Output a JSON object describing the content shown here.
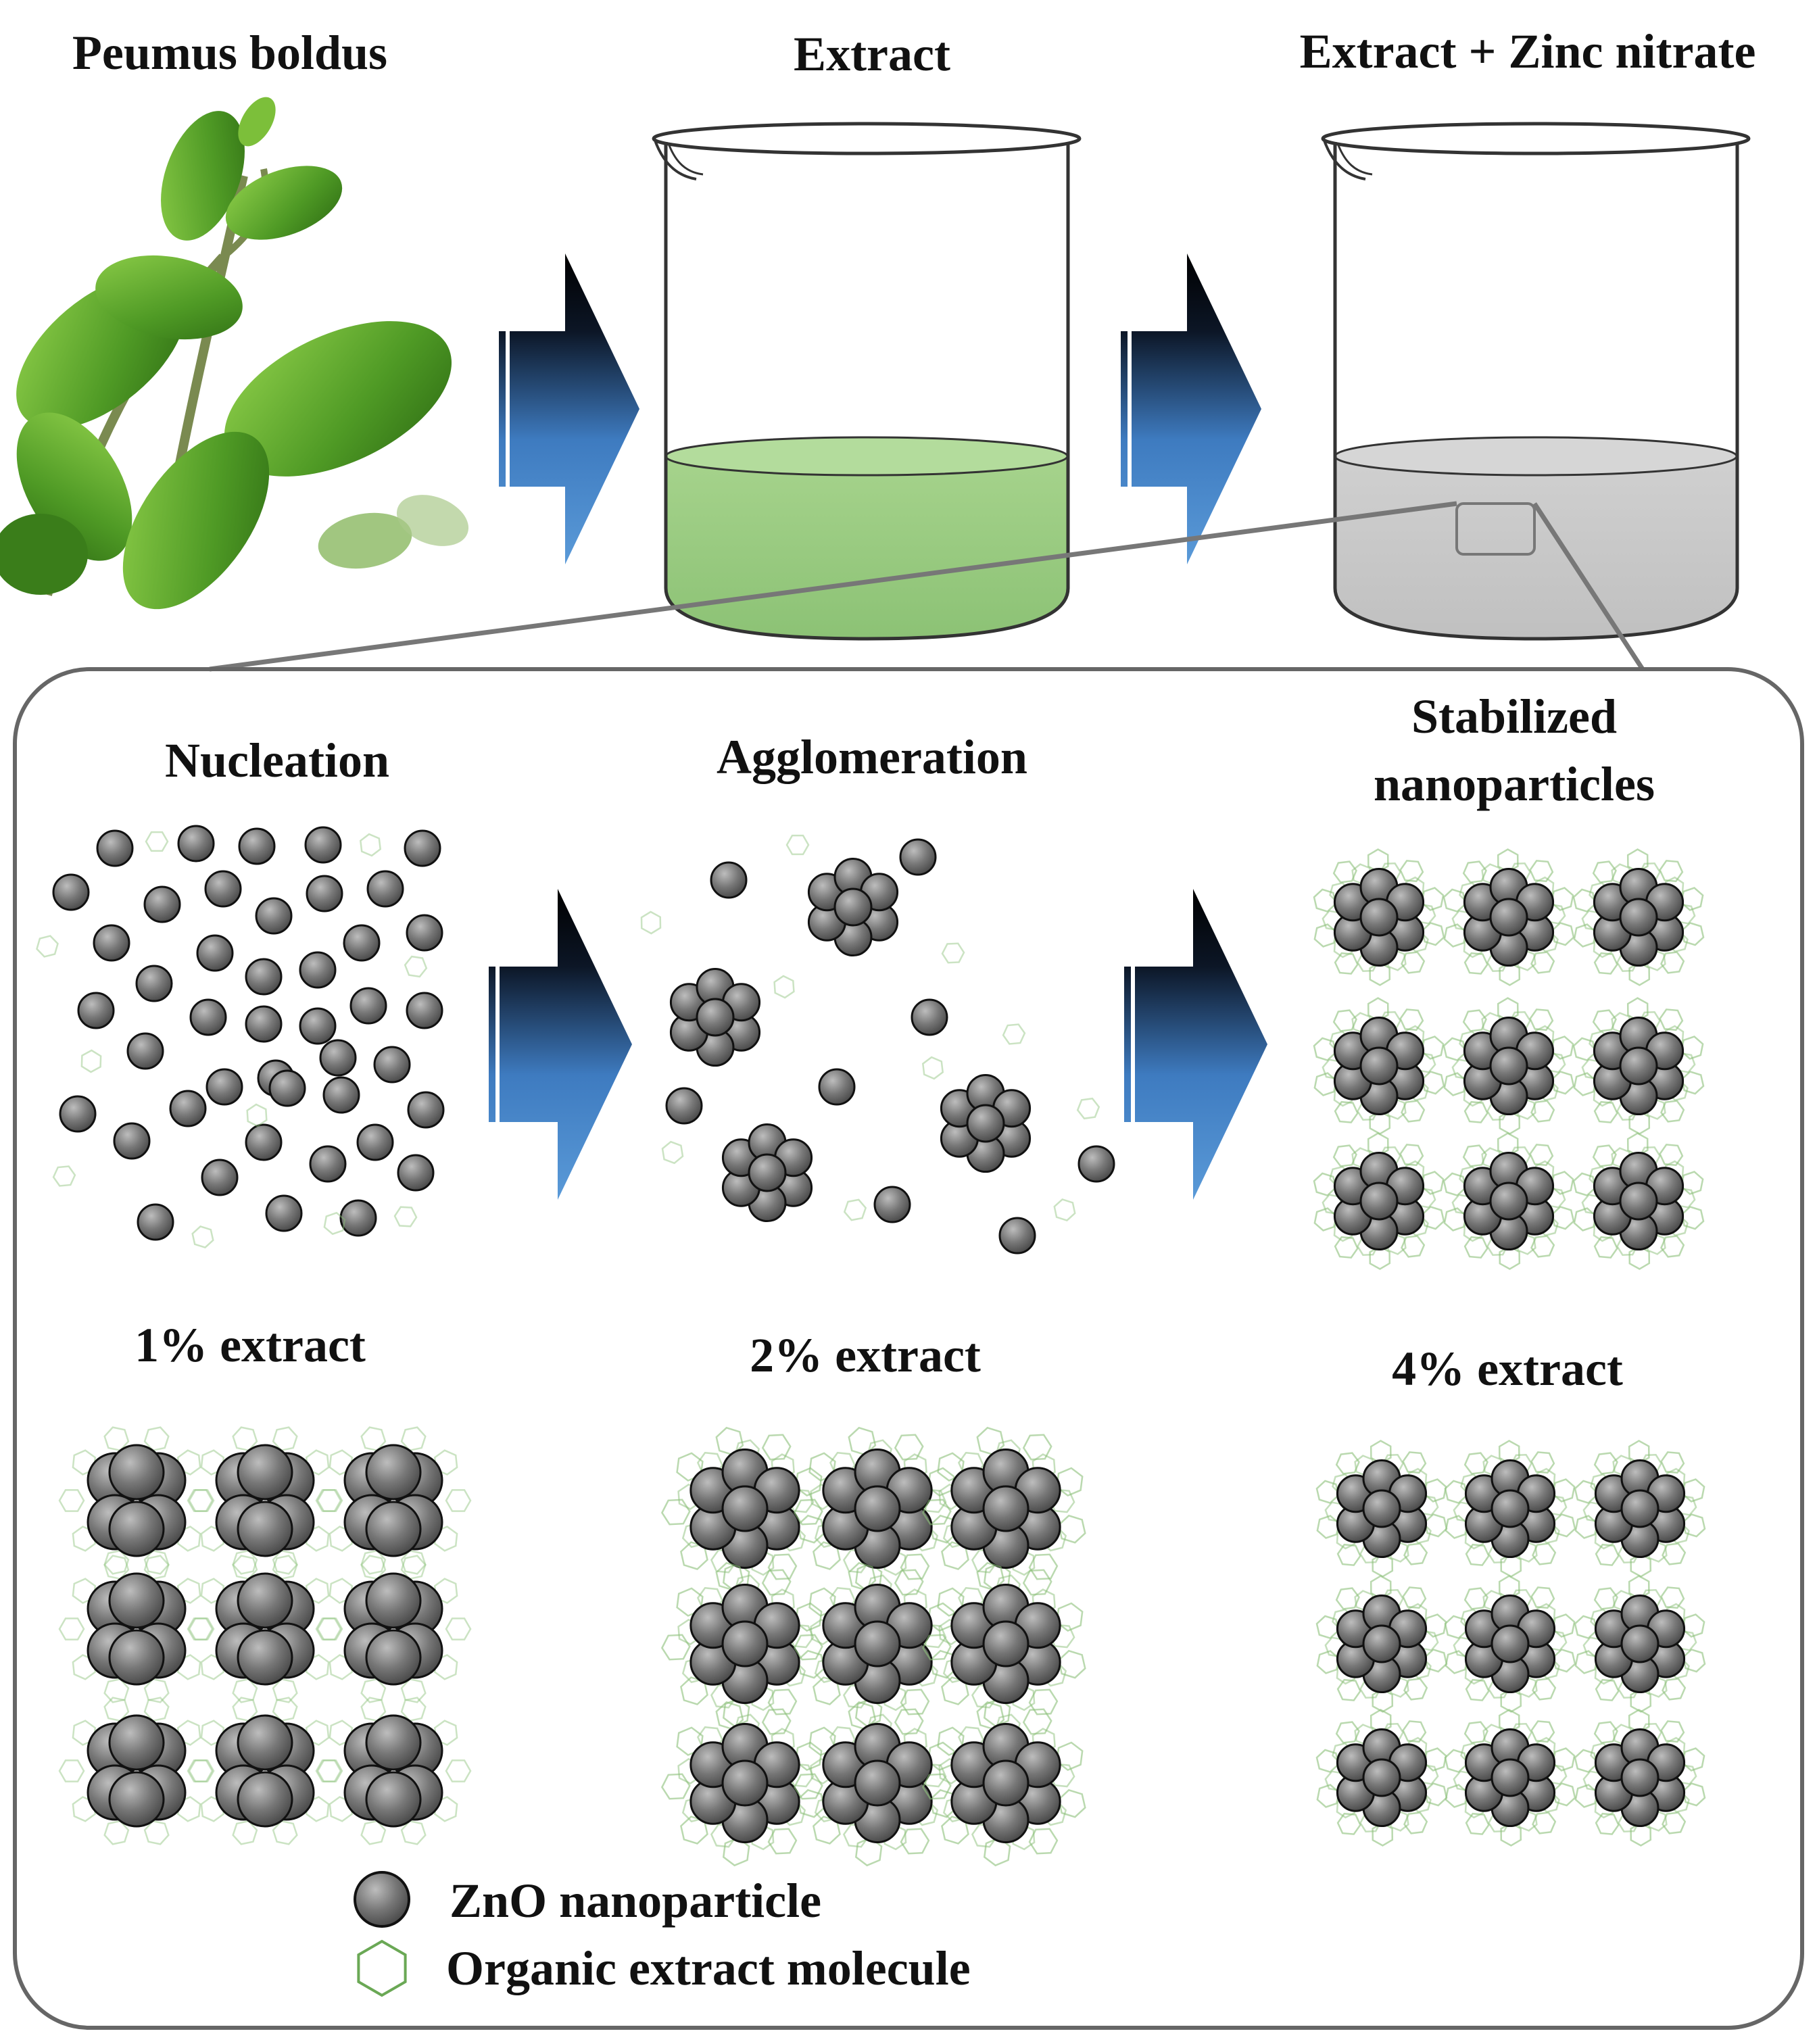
{
  "top": {
    "plant_label": "Peumus boldus",
    "beaker1_label": "Extract",
    "beaker2_label": "Extract + Zinc nitrate"
  },
  "stages": {
    "nucleation": "Nucleation",
    "agglomeration": "Agglomeration",
    "stabilized_line1": "Stabilized",
    "stabilized_line2": "nanoparticles"
  },
  "concentrations": {
    "c1": "1% extract",
    "c2": "2% extract",
    "c4": "4% extract"
  },
  "legend": {
    "zno": "ZnO nanoparticle",
    "organic": "Organic extract molecule"
  },
  "colors": {
    "extract_liquid": "#98c97f",
    "zinc_liquid": "#c8c8c8",
    "particle": "#6e6e6e",
    "molecule": "#8cc07a",
    "arrow_top": "#000000",
    "arrow_bottom": "#4f8fd0"
  }
}
